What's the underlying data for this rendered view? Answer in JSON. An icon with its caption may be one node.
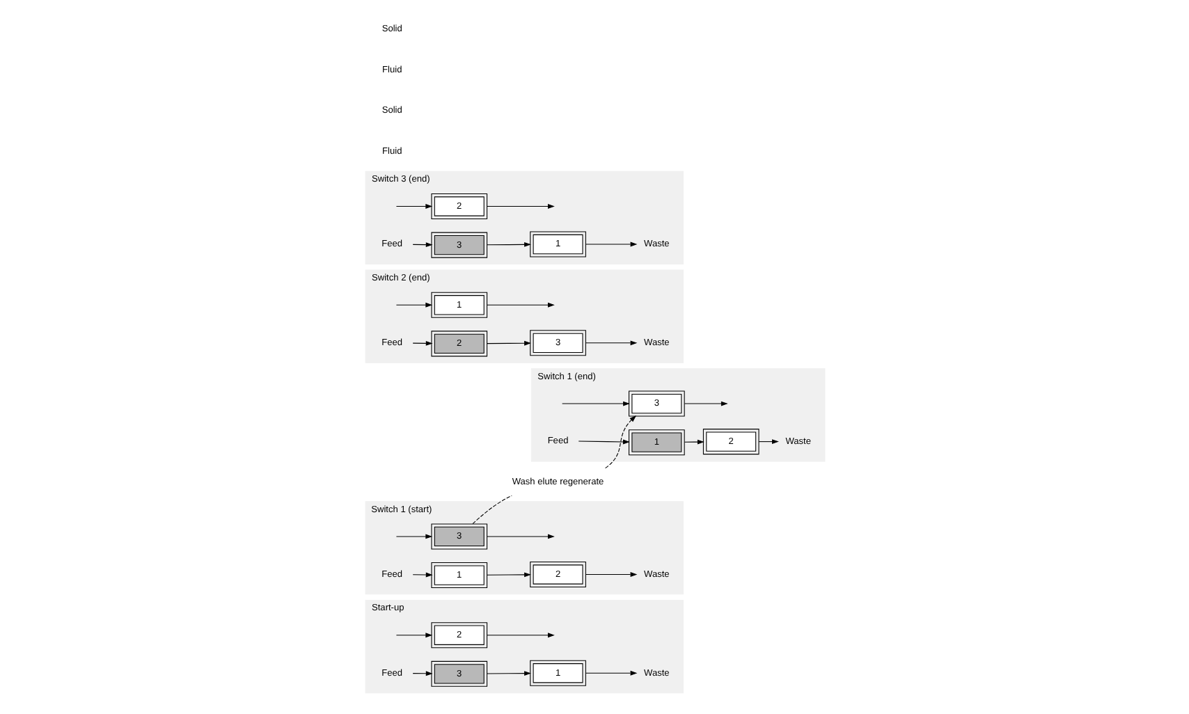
{
  "diagram": {
    "nodes": [
      {
        "text": [
          "Start-up"
        ]
      },
      {
        "text": [
          "Feed"
        ],
        "in": 0
      },
      {
        "text": [
          "3"
        ],
        "in": 0
      },
      {
        "text": [
          "1"
        ],
        "in": 0
      },
      {
        "text": [
          "Waste"
        ],
        "in": 0
      },
      {
        "text": [
          "2"
        ],
        "in": 0
      },
      {
        "text": [
          "Switch 1 (start)"
        ]
      },
      {
        "text": [
          "Feed"
        ],
        "in": 6
      },
      {
        "text": [
          "1"
        ],
        "in": 6
      },
      {
        "text": [
          "2"
        ],
        "in": 6
      },
      {
        "text": [
          "Waste"
        ],
        "in": 6
      },
      {
        "text": [
          "3"
        ],
        "in": 6
      },
      {
        "text": [
          "Wash elute regenerate"
        ]
      },
      {
        "text": [
          "Switch 2 (end)"
        ]
      },
      {
        "text": [
          "Feed"
        ],
        "in": 13
      },
      {
        "text": [
          "2"
        ],
        "in": 13
      },
      {
        "text": [
          "3"
        ],
        "in": 13
      },
      {
        "text": [
          "Waste"
        ],
        "in": 13
      },
      {
        "text": [
          "1"
        ],
        "in": 13
      },
      {
        "text": [
          "Switch 1 (end)"
        ]
      },
      {
        "text": [
          "Feed"
        ],
        "in": 19
      },
      {
        "text": [
          "1"
        ],
        "in": 19
      },
      {
        "text": [
          "2"
        ],
        "in": 19
      },
      {
        "text": [
          "Waste"
        ],
        "in": 19
      },
      {
        "text": [
          "3"
        ],
        "in": 19
      },
      {
        "text": [
          "Switch 3 (end)"
        ]
      },
      {
        "text": [
          "Feed"
        ],
        "in": 25
      },
      {
        "text": [
          "3"
        ],
        "in": 25
      },
      {
        "text": [
          "1"
        ],
        "in": 25
      },
      {
        "text": [
          "Waste"
        ],
        "in": 25
      },
      {
        "text": [
          "2"
        ],
        "in": 25
      }
    ],
    "edges": [
      {
        "from": 1,
        "to": 2,
        "arrow": "to"
      },
      {
        "from": 2,
        "to": 3,
        "arrow": "to"
      },
      {
        "from": 3,
        "to": 4,
        "arrow": "to"
      },
      {
        "from": 5,
        "to": null,
        "arrow": "to"
      },
      {
        "from": null,
        "to": 5,
        "arrow": "to"
      },
      {
        "from": 7,
        "to": 8,
        "arrow": "to"
      },
      {
        "from": 8,
        "to": 9,
        "arrow": "to"
      },
      {
        "from": 9,
        "to": 10,
        "arrow": "to"
      },
      {
        "from": 11,
        "to": null,
        "arrow": "to"
      },
      {
        "from": null,
        "to": 11,
        "arrow": "to"
      },
      {
        "from": 11,
        "to": 12,
        "arrow": "none",
        "style": "dashed"
      },
      {
        "from": 12,
        "to": 24,
        "arrow": "to",
        "style": "dashed"
      },
      {
        "from": 14,
        "to": 15,
        "arrow": "to"
      },
      {
        "from": 15,
        "to": 16,
        "arrow": "to"
      },
      {
        "from": 16,
        "to": 17,
        "arrow": "to"
      },
      {
        "from": 18,
        "to": null,
        "arrow": "to"
      },
      {
        "from": null,
        "to": 18,
        "arrow": "to"
      },
      {
        "from": 20,
        "to": 21,
        "arrow": "to"
      },
      {
        "from": 21,
        "to": 22,
        "arrow": "to"
      },
      {
        "from": 22,
        "to": 23,
        "arrow": "to"
      },
      {
        "from": null,
        "to": 24,
        "arrow": "to"
      },
      {
        "from": 24,
        "to": null,
        "arrow": "to"
      },
      {
        "from": 26,
        "to": 27,
        "arrow": "to"
      },
      {
        "from": 27,
        "to": 28,
        "arrow": "to"
      },
      {
        "from": 28,
        "to": 29,
        "arrow": "to"
      },
      {
        "from": 30,
        "to": null,
        "arrow": "to"
      },
      {
        "from": null,
        "to": 30,
        "arrow": "to"
      }
    ],
    "labels": [
      "Fluid",
      "Solid",
      "Fluid",
      "Solid"
    ]
  }
}
